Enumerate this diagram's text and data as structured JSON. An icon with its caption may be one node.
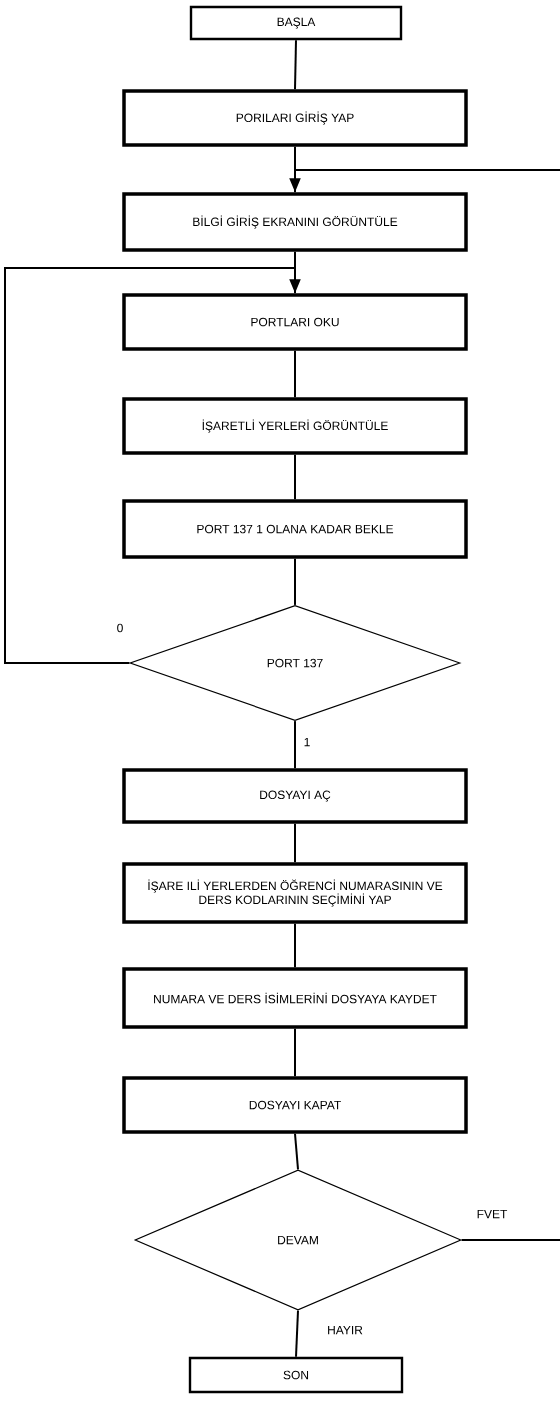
{
  "diagram": {
    "nodes": [
      {
        "text": [
          "BAŞLA"
        ]
      },
      {
        "text": [
          "PORILARI GİRİŞ YAP"
        ]
      },
      {
        "text": [
          "BİLGİ GİRİŞ EKRANINI GÖRÜNTÜLE"
        ]
      },
      {
        "text": [
          "PORTLARI OKU"
        ]
      },
      {
        "text": [
          "İŞARETLİ YERLERİ GÖRÜNTÜLE"
        ]
      },
      {
        "text": [
          "PORT 137 1 OLANA KADAR BEKLE"
        ]
      },
      {
        "text": [
          "PORT 137"
        ]
      },
      {
        "text": [
          "DOSYAYI AÇ"
        ]
      },
      {
        "text": [
          "İŞARE ILİ YERLERDEN ÖĞRENCİ NUMARASININ VE DERS KODLARININ SEÇİMİNİ YAP"
        ]
      },
      {
        "text": [
          "NUMARA VE DERS İSİMLERİNİ DOSYAYA KAYDET"
        ]
      },
      {
        "text": [
          "DOSYAYI KAPAT"
        ]
      },
      {
        "text": [
          "DEVAM"
        ]
      },
      {
        "text": [
          "SON"
        ]
      }
    ],
    "edges": [
      {
        "from": 0,
        "to": 1,
        "arrow": "none"
      },
      {
        "from": 1,
        "to": 2,
        "arrow": "none"
      },
      {
        "from": null,
        "to": 2,
        "arrow": "to"
      },
      {
        "from": 2,
        "to": 3,
        "arrow": "none"
      },
      {
        "from": 3,
        "to": 4,
        "arrow": "none"
      },
      {
        "from": 4,
        "to": 5,
        "arrow": "none"
      },
      {
        "from": 5,
        "to": 6,
        "arrow": "none"
      },
      {
        "from": 6,
        "to": 3,
        "arrow": "to",
        "label": "0"
      },
      {
        "from": 6,
        "to": 7,
        "arrow": "none",
        "label": "1"
      },
      {
        "from": 7,
        "to": 8,
        "arrow": "none"
      },
      {
        "from": 8,
        "to": 9,
        "arrow": "none"
      },
      {
        "from": 9,
        "to": 10,
        "arrow": "none"
      },
      {
        "from": 10,
        "to": 11,
        "arrow": "none"
      },
      {
        "from": 11,
        "to": 12,
        "arrow": "none",
        "label": "HAYIR"
      },
      {
        "from": 11,
        "to": null,
        "arrow": "none",
        "label": "FVET"
      }
    ]
  }
}
